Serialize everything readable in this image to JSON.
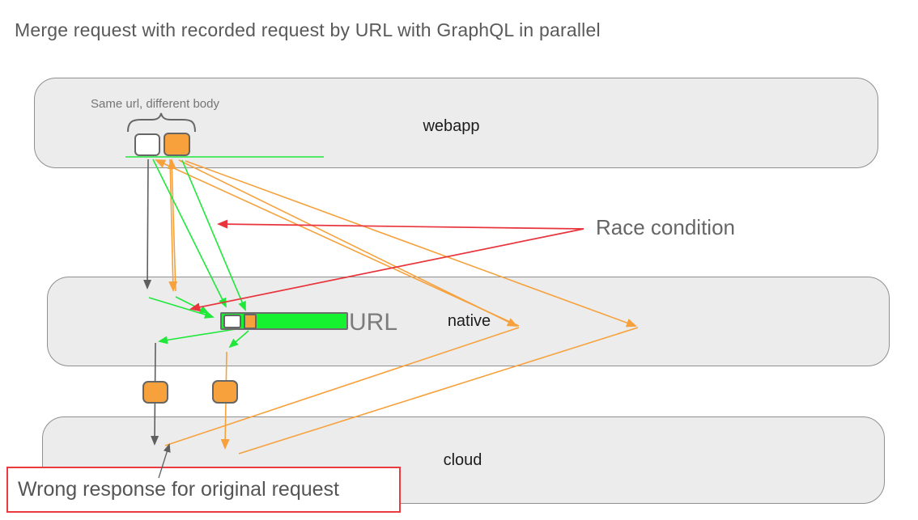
{
  "title": "Merge request with recorded request by URL with GraphQL in parallel",
  "bands": [
    {
      "id": "webapp",
      "label": "webapp"
    },
    {
      "id": "native",
      "label": "native"
    },
    {
      "id": "cloud",
      "label": "cloud"
    }
  ],
  "annotations": {
    "same_url": "Same url, different body",
    "url_label": "URL",
    "race_condition": "Race condition",
    "wrong_response": "Wrong response for original request"
  },
  "colors": {
    "band_fill": "#ececec",
    "band_border": "#8f8f8f",
    "orange": "#F6A13C",
    "green": "#1FE83A",
    "green_bar_fill": "#16F22F",
    "red": "#E8343C",
    "gray_arrow": "#5f5f5f",
    "box_border": "#666666",
    "error_box_border": "#EA3B40",
    "text_gray": "#595959"
  }
}
